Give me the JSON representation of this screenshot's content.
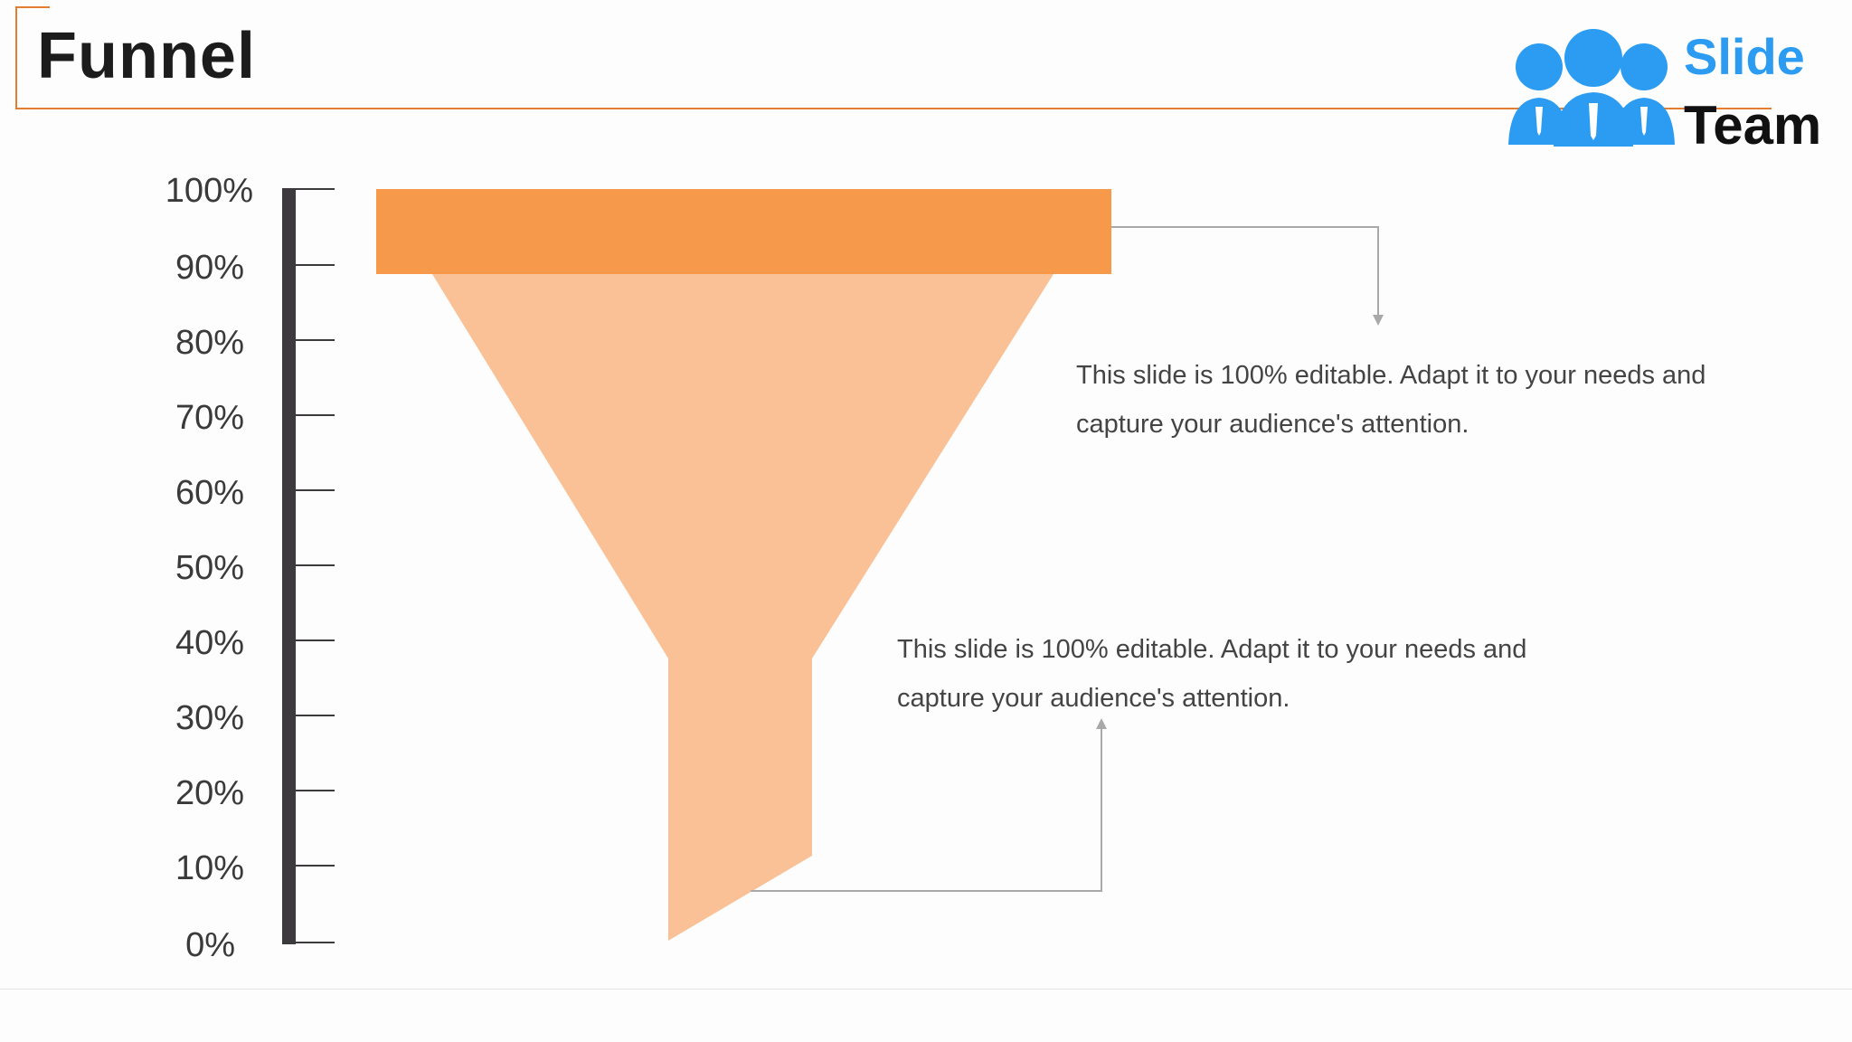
{
  "slide": {
    "title": "Funnel"
  },
  "logo": {
    "icon": "people-group-icon",
    "word1": "Slide",
    "word2": "Team",
    "colors": {
      "accent": "#2b9cf2",
      "text": "#111111"
    }
  },
  "scale": {
    "labels": [
      "100%",
      "90%",
      "80%",
      "70%",
      "60%",
      "50%",
      "40%",
      "30%",
      "20%",
      "10%",
      "0%"
    ]
  },
  "funnel": {
    "top_band_color": "#f7994a",
    "body_color": "#f9c195"
  },
  "annotations": [
    {
      "line1": "This slide is 100% editable. Adapt it to your needs and",
      "line2": "capture your audience's attention."
    },
    {
      "line1": "This slide is 100% editable. Adapt it to your needs and",
      "line2": "capture your audience's attention."
    }
  ],
  "colors": {
    "title_rule": "#e47d2f",
    "axis": "#3c3a3d",
    "connector": "#a9a9a9"
  }
}
